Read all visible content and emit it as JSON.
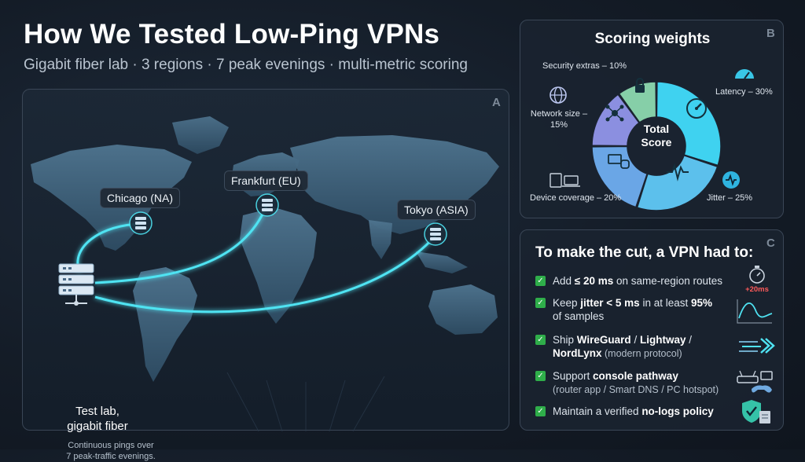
{
  "header": {
    "title": "How We Tested Low-Ping VPNs",
    "subtitle": "Gigabit fiber lab · 3 regions · 7 peak evenings · multi-metric scoring"
  },
  "panel_a": {
    "letter": "A",
    "locations": {
      "chicago": "Chicago (NA)",
      "frankfurt": "Frankfurt (EU)",
      "tokyo": "Tokyo (ASIA)"
    },
    "test_lab": {
      "title_line1": "Test lab,",
      "title_line2": "gigabit fiber",
      "note_line1": "Continuous pings over",
      "note_line2": "7 peak-traffic evenings."
    }
  },
  "panel_b": {
    "letter": "B",
    "title": "Scoring weights",
    "center_line1": "Total",
    "center_line2": "Score",
    "labels": {
      "security": "Security extras – 10%",
      "latency": "Latency – 30%",
      "network_line1": "Network size –",
      "network_line2": "15%",
      "device": "Device coverage – 20%",
      "jitter": "Jitter – 25%"
    }
  },
  "chart_data": {
    "type": "pie",
    "title": "Scoring weights",
    "donut": true,
    "center_label": "Total Score",
    "categories": [
      "Latency",
      "Jitter",
      "Device coverage",
      "Network size",
      "Security extras"
    ],
    "values": [
      30,
      25,
      20,
      15,
      10
    ],
    "unit": "%",
    "colors": [
      "#3fd2f0",
      "#5cc0ec",
      "#6aa6e6",
      "#8b8fe0",
      "#86cfa8"
    ],
    "icons": [
      "speedometer-icon",
      "pulse-icon",
      "devices-icon",
      "network-icon",
      "lock-icon"
    ]
  },
  "panel_c": {
    "letter": "C",
    "title": "To make the cut, a VPN had to:",
    "criteria": {
      "c1": {
        "pre": "Add ",
        "bold": "≤ 20 ms",
        "post": " on same-region routes"
      },
      "c2": {
        "pre": "Keep ",
        "bold1": "jitter < 5 ms",
        "mid": " in at least ",
        "bold2": "95%",
        "line2": "of samples"
      },
      "c3": {
        "pre": "Ship ",
        "bold1": "WireGuard",
        "sep1": " / ",
        "bold2": "Lightway",
        "sep2": " /",
        "bold3": "NordLynx",
        "post": " (modern protocol)"
      },
      "c4": {
        "pre": "Support ",
        "bold": "console pathway",
        "line2": "(router app / Smart DNS / PC hotspot)"
      },
      "c5": {
        "pre": "Maintain a verified ",
        "bold": "no-logs policy"
      }
    },
    "stopwatch_badge": "+20ms",
    "check_glyph": "✓"
  },
  "colors": {
    "accent_cyan": "#4fe3f2",
    "check_green": "#2fae4a",
    "badge_red": "#ff5a5a"
  }
}
